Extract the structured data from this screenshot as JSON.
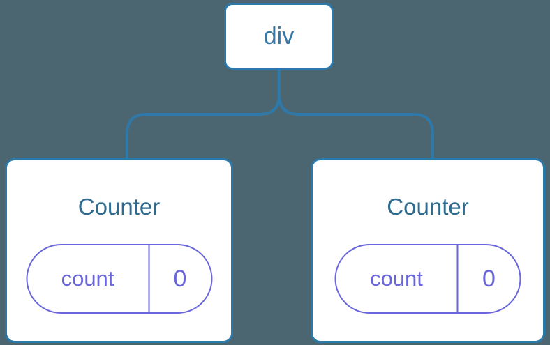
{
  "diagram": {
    "background_color": "#4c6671",
    "connector_color": "#2e79a9",
    "node_background": "#ffffff",
    "node_border_color": "#2b79ab",
    "root_label_color": "#3578a8",
    "component_label_color": "#2e6b8f",
    "state_color": "#6a66db"
  },
  "tree": {
    "root": {
      "label": "div"
    },
    "children": [
      {
        "label": "Counter",
        "state": {
          "key": "count",
          "value": "0"
        }
      },
      {
        "label": "Counter",
        "state": {
          "key": "count",
          "value": "0"
        }
      }
    ]
  }
}
